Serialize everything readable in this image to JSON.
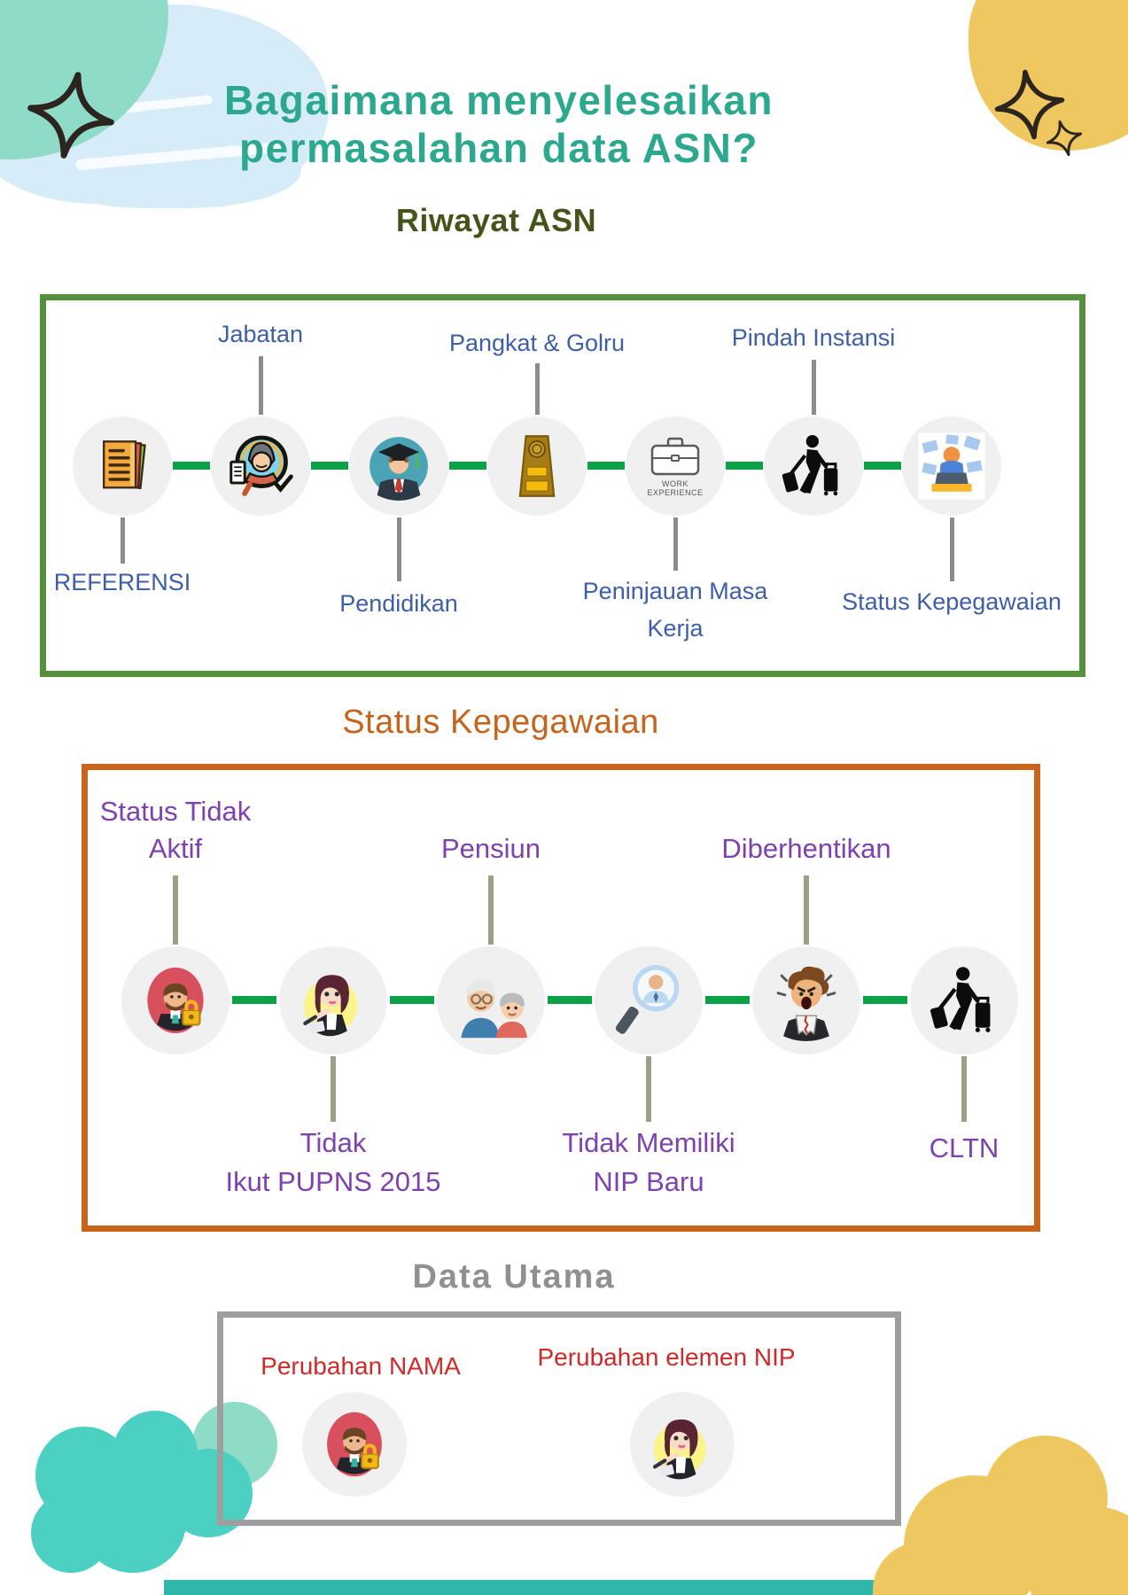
{
  "header": {
    "title_line1": "Bagaimana menyelesaikan",
    "title_line2": "permasalahan data ASN?"
  },
  "riwayat": {
    "title": "Riwayat ASN",
    "items": [
      {
        "label": "REFERENSI",
        "icon": "documents-icon"
      },
      {
        "label": "Jabatan",
        "icon": "person-search-badge-icon"
      },
      {
        "label": "Pendidikan",
        "icon": "graduate-icon"
      },
      {
        "label": "Pangkat & Golru",
        "icon": "rank-insignia-icon"
      },
      {
        "label_line1": "Peninjauan Masa",
        "label_line2": "Kerja",
        "icon": "briefcase-icon",
        "icon_caption_line1": "WORK",
        "icon_caption_line2": "EXPERIENCE"
      },
      {
        "label": "Pindah Instansi",
        "icon": "traveler-luggage-icon"
      },
      {
        "label": "Status Kepegawaian",
        "icon": "busy-worker-icon"
      }
    ]
  },
  "status": {
    "title": "Status Kepegawaian",
    "items": [
      {
        "label_line1": "Status Tidak",
        "label_line2": "Aktif",
        "icon": "locked-man-icon"
      },
      {
        "label_line1": "Tidak",
        "label_line2": "Ikut PUPNS 2015",
        "icon": "woman-writing-icon"
      },
      {
        "label": "Pensiun",
        "icon": "elderly-couple-icon"
      },
      {
        "label_line1": "Tidak Memiliki",
        "label_line2": "NIP Baru",
        "icon": "magnifier-person-icon"
      },
      {
        "label": "Diberhentikan",
        "icon": "shocked-man-icon"
      },
      {
        "label": "CLTN",
        "icon": "traveler-luggage-icon"
      }
    ]
  },
  "data_utama": {
    "title": "Data Utama",
    "items": [
      {
        "label": "Perubahan NAMA",
        "icon": "locked-man-icon"
      },
      {
        "label": "Perubahan elemen NIP",
        "icon": "woman-writing-icon"
      }
    ]
  },
  "colors": {
    "title_teal": "#2ba88d",
    "riwayat_title_green": "#44541a",
    "riwayat_label_blue": "#3d5ea8",
    "riwayat_border_green": "#55913c",
    "connector_green": "#0aa147",
    "status_title_orange": "#c6641e",
    "status_border_orange": "#c8641c",
    "status_label_purple": "#7e41ad",
    "data_utama_title_gray": "#8f9093",
    "data_utama_border_gray": "#9e9e9e",
    "data_utama_label_red": "#cf2b28",
    "deco_teal_blob": "#8edcc7",
    "deco_blue_brush": "#d6ecf8",
    "deco_yellow_blob": "#eec75e",
    "deco_turquoise_blob": "#4cd0c2",
    "deco_bottom_bar_teal": "#2fb7ab"
  }
}
